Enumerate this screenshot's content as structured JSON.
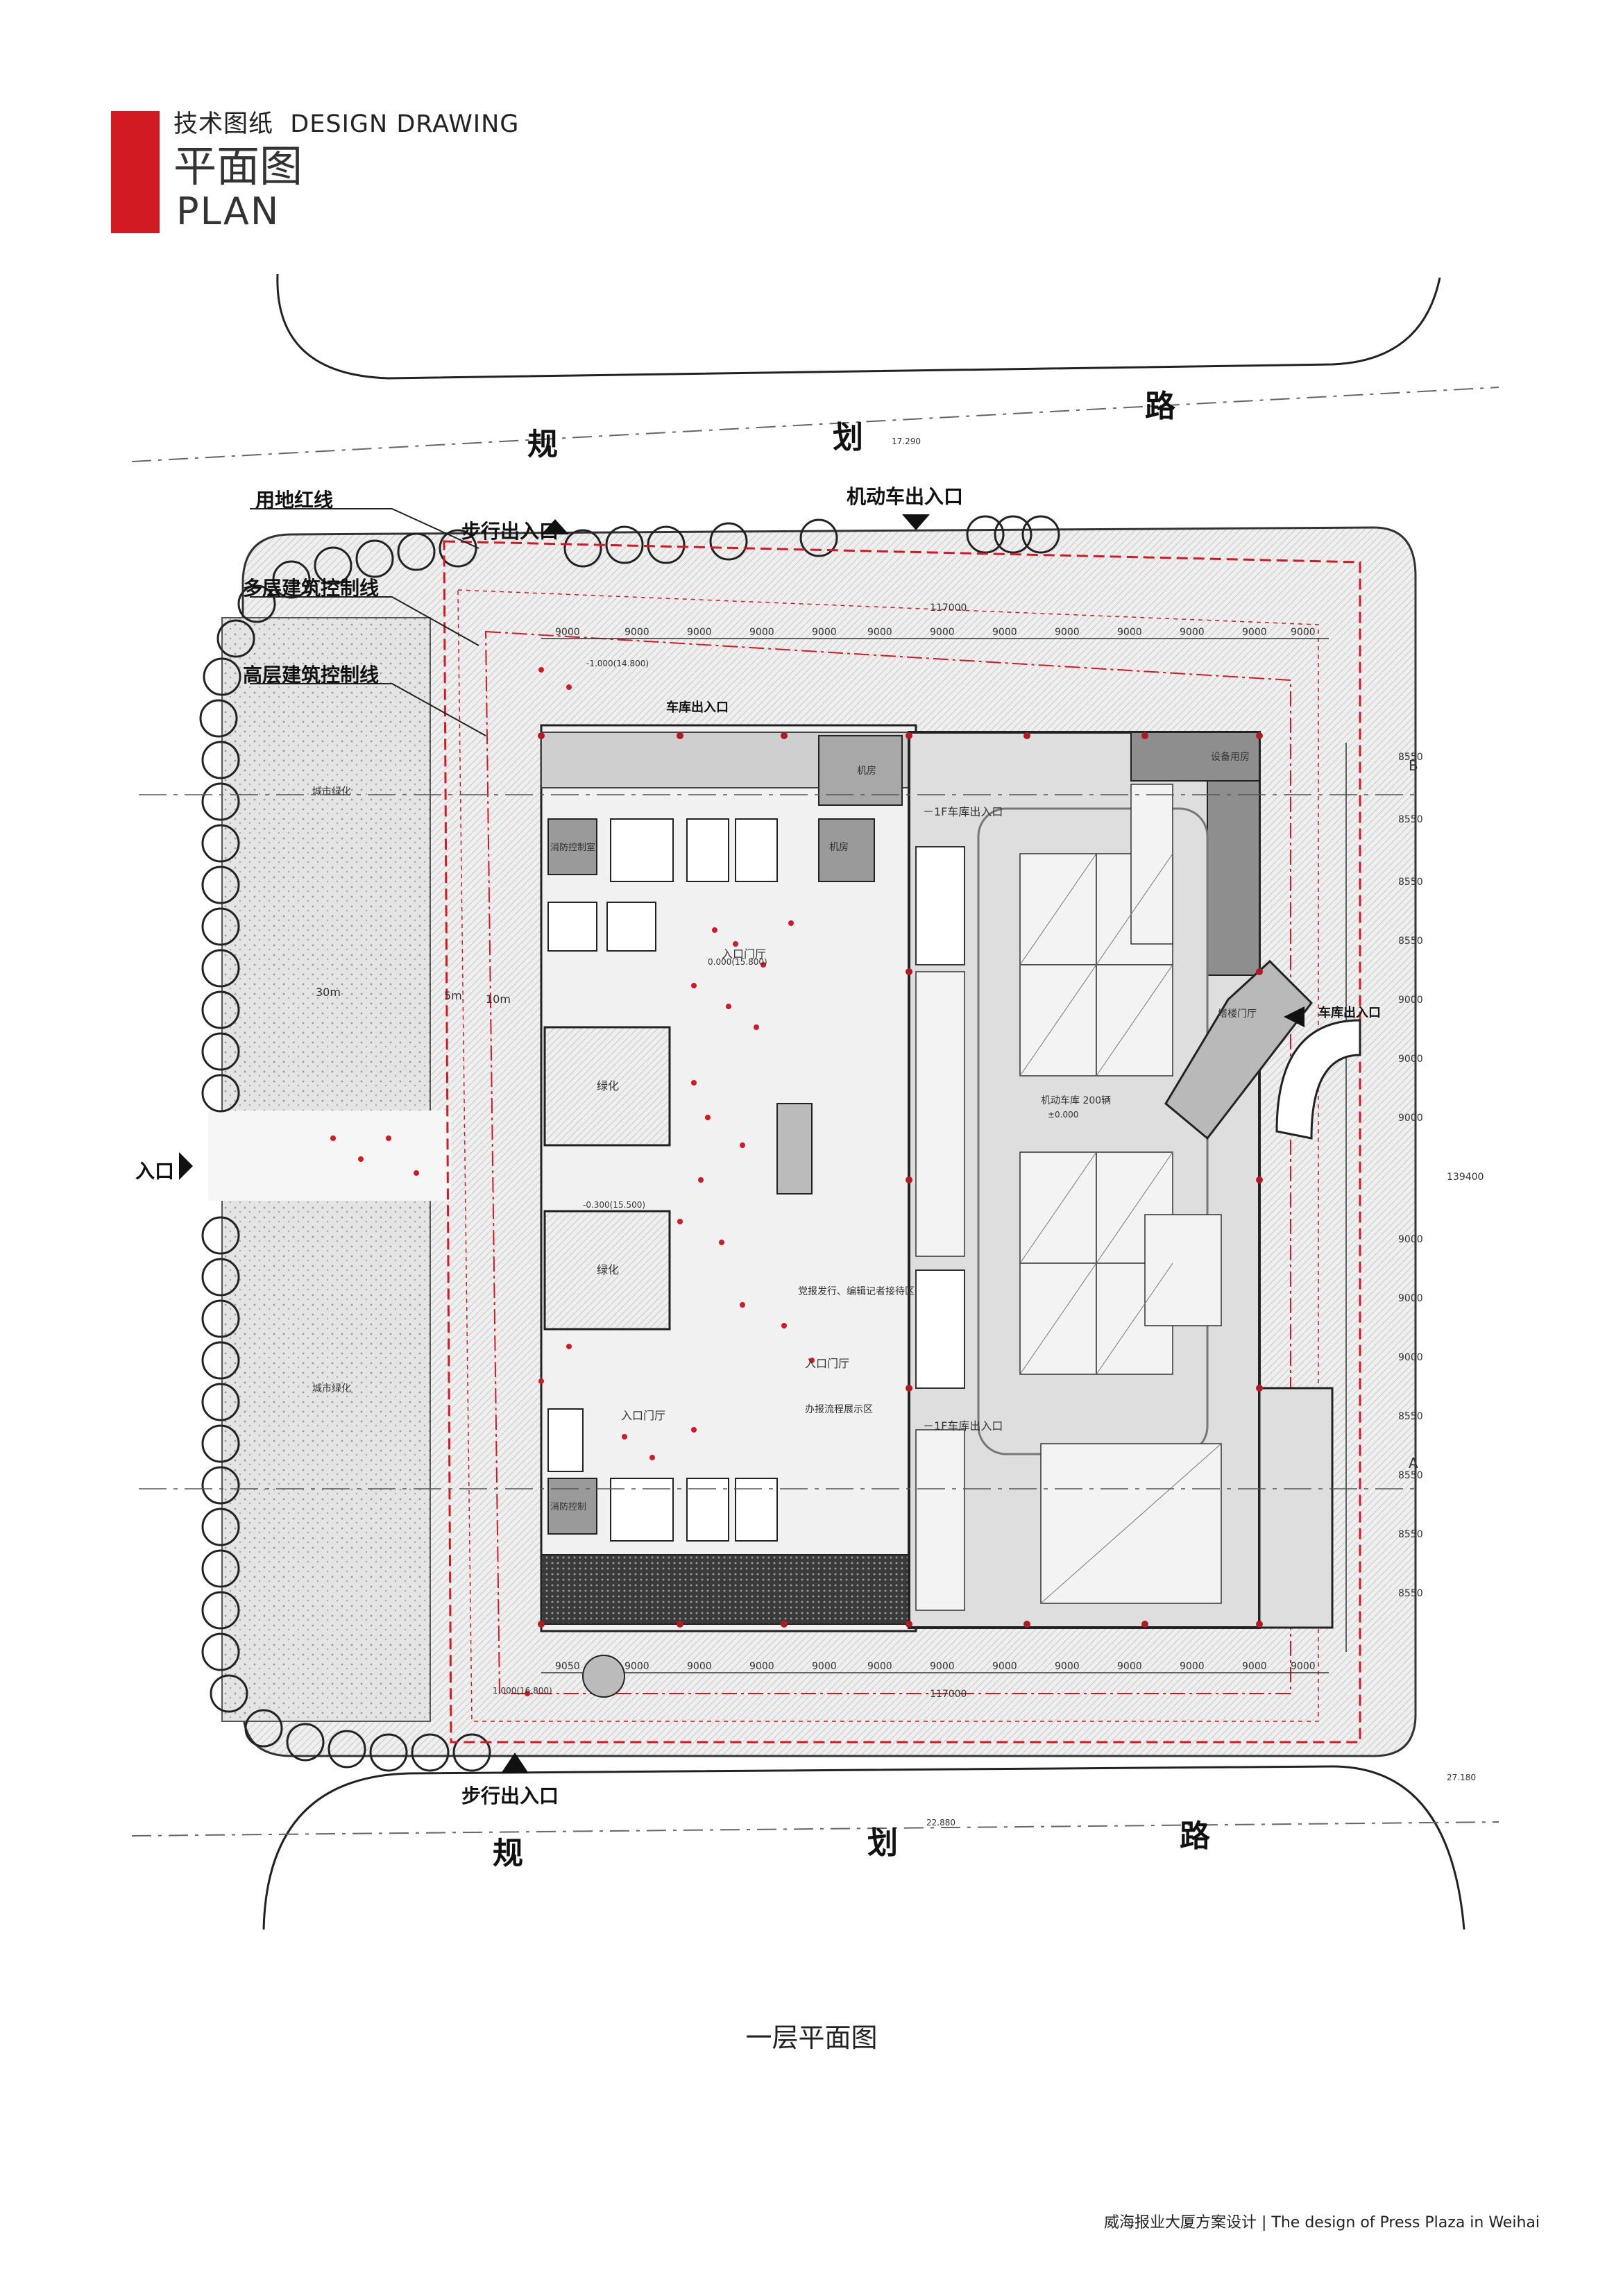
{
  "header": {
    "subtitle_cn": "技术图纸",
    "subtitle_en": "DESIGN DRAWING",
    "title_cn": "平面图",
    "title_en": "PLAN"
  },
  "legend_labels": {
    "red_line": "用地红线",
    "multi_storey_line": "多层建筑控制线",
    "high_rise_line": "高层建筑控制线"
  },
  "road_chars": {
    "gui": "规",
    "hua": "划",
    "lu": "路"
  },
  "entrances": {
    "pedestrian_top": "步行出入口",
    "vehicle_top": "机动车出入口",
    "pedestrian_bottom": "步行出入口",
    "west_entrance": "入口",
    "garage_east": "车库出入口",
    "garage_north": "车库出入口"
  },
  "rooms": {
    "entrance_hall_1": "入口门厅",
    "entrance_hall_2": "入口门厅",
    "entrance_hall_3": "入口门厅",
    "parking": "机动车库 200辆",
    "ramp_1": "－1F车库出入口",
    "ramp_2": "－1F车库出入口",
    "greenery_1": "绿化",
    "greenery_2": "绿化",
    "city_green_1": "城市绿化",
    "city_green_2": "城市绿化",
    "reception": "党报发行、编辑记者接待区",
    "exhibition": "办报流程展示区",
    "control_1": "消防控制室",
    "control_2": "消防控制",
    "equipment": "设备用房",
    "machine_1": "机房",
    "machine_2": "机房",
    "tower_lobby": "塔楼门厅"
  },
  "dimensions": {
    "bay": "9000",
    "bay_first": "9050",
    "total": "117000",
    "side_bay": "8550",
    "side_total": "139400",
    "d30": "30m",
    "d5": "5m",
    "d10": "10m"
  },
  "elevations": {
    "e1": "17.290",
    "e2": "22.880",
    "e3": "27.180",
    "lvl_top": "-1.000(14.800)",
    "lvl_mid": "-0.300(15.500)",
    "lvl_main": "0.000(15.800)",
    "lvl_bottom": "1.000(16.800)",
    "lvl_zero": "±0.000"
  },
  "axis_marks": {
    "a": "A",
    "b": "B"
  },
  "caption": "一层平面图",
  "footer": "威海报业大厦方案设计 | The design of Press Plaza in Weihai"
}
